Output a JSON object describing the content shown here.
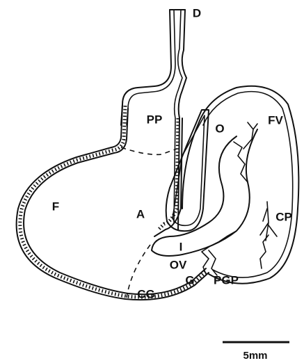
{
  "figure": {
    "labels": {
      "d": "D",
      "pp": "PP",
      "o": "O",
      "fv": "FV",
      "f": "F",
      "a": "A",
      "cp": "CP",
      "i": "I",
      "ov": "OV",
      "cg": "CG",
      "g": "G",
      "pgp": "PGP"
    },
    "scale_bar": {
      "label": "5mm"
    }
  }
}
